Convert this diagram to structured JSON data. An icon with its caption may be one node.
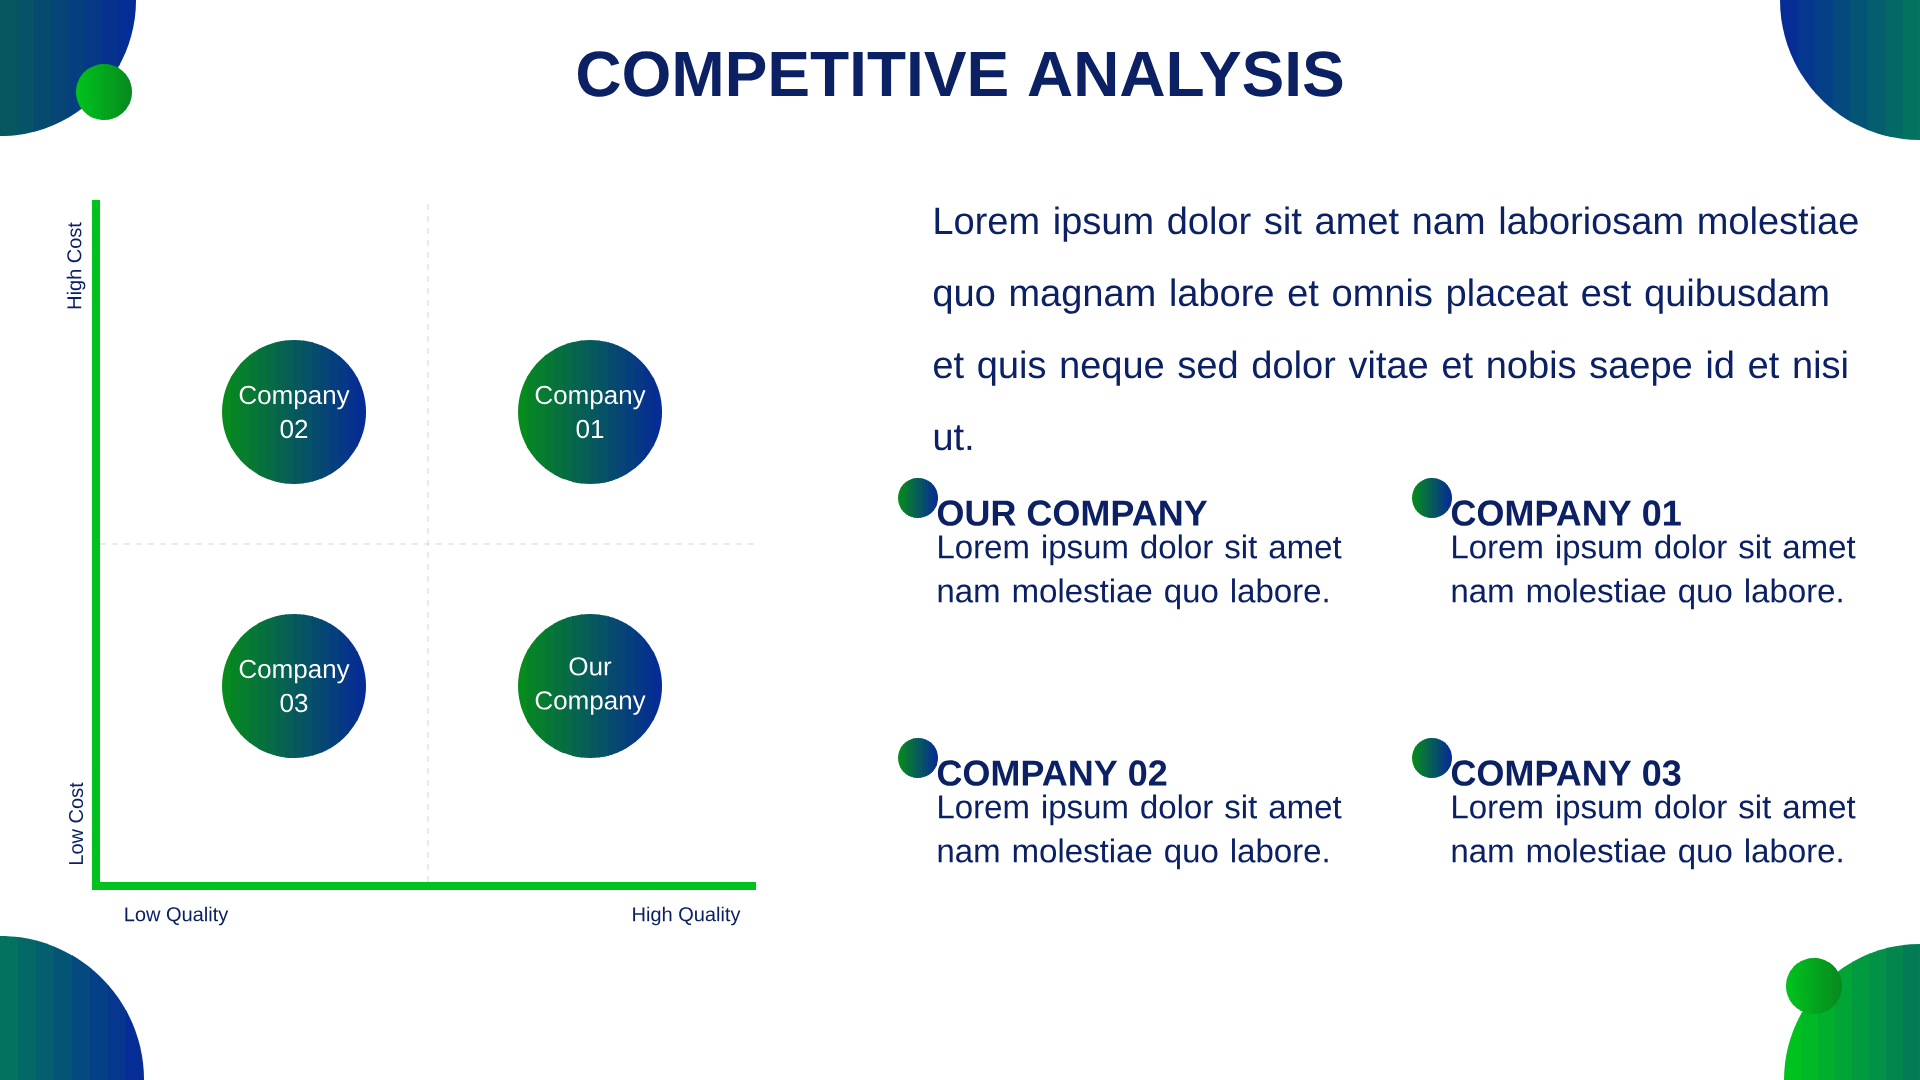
{
  "diagram": {
    "title": "COMPETITIVE ANALYSIS",
    "nodes": [
      {
        "text": [
          "Company 02"
        ]
      },
      {
        "text": [
          "Company 01"
        ]
      },
      {
        "text": [
          "Company 03"
        ]
      },
      {
        "text": [
          "Our Company"
        ]
      }
    ],
    "edges": [],
    "labels": [
      "High Cost",
      "Low Cost",
      "Low Quality",
      "High Quality",
      "Lorem ipsum dolor sit amet nam laboriosam molestiae quo magnam labore et omnis placeat est quibusdam et quis neque sed dolor vitae et nobis saepe id et nisi ut.",
      "OUR COMPANY",
      "Lorem ipsum dolor sit amet nam molestiae quo labore.",
      "COMPANY 01",
      "Lorem ipsum dolor sit amet nam molestiae quo labore.",
      "COMPANY 02",
      "Lorem ipsum dolor sit amet nam molestiae quo labore.",
      "COMPANY 03",
      "Lorem ipsum dolor sit amet nam molestiae quo labore."
    ]
  }
}
